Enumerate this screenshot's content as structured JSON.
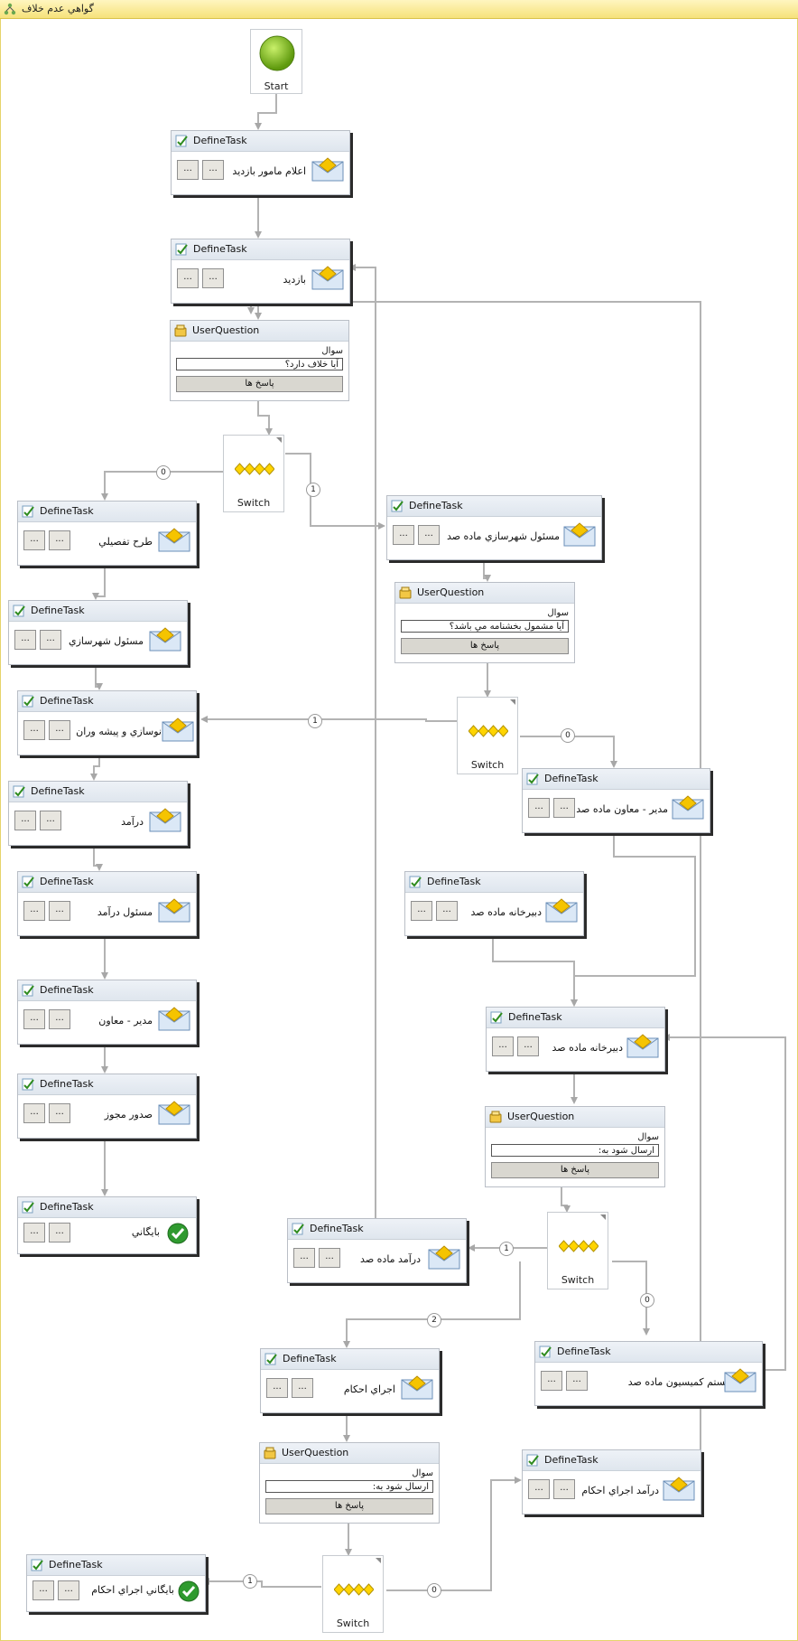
{
  "window": {
    "title": "گواهي عدم خلاف"
  },
  "start": {
    "label": "Start"
  },
  "button_ellipsis": "...",
  "tasks": [
    {
      "id": "t1",
      "header": "DefineTask",
      "label": "اعلام مامور بازديد",
      "icon": "envelope-icon"
    },
    {
      "id": "t2",
      "header": "DefineTask",
      "label": "بازديد",
      "icon": "envelope-icon"
    },
    {
      "id": "t3",
      "header": "DefineTask",
      "label": "طرح تفصيلي",
      "icon": "envelope-icon"
    },
    {
      "id": "t4",
      "header": "DefineTask",
      "label": "مسئول شهرسازي",
      "icon": "envelope-icon"
    },
    {
      "id": "t5",
      "header": "DefineTask",
      "label": "نوسازي و پيشه وران",
      "icon": "envelope-icon"
    },
    {
      "id": "t6",
      "header": "DefineTask",
      "label": "درآمد",
      "icon": "envelope-icon"
    },
    {
      "id": "t7",
      "header": "DefineTask",
      "label": "مسئول درآمد",
      "icon": "envelope-icon"
    },
    {
      "id": "t8",
      "header": "DefineTask",
      "label": "مدير - معاون",
      "icon": "envelope-icon"
    },
    {
      "id": "t9",
      "header": "DefineTask",
      "label": "صدور مجوز",
      "icon": "envelope-icon"
    },
    {
      "id": "t10",
      "header": "DefineTask",
      "label": "بايگاني",
      "icon": "check-icon"
    },
    {
      "id": "t11",
      "header": "DefineTask",
      "label": "مسئول شهرسازي ماده صد",
      "icon": "envelope-icon"
    },
    {
      "id": "t12",
      "header": "DefineTask",
      "label": "مدير - معاون ماده صد",
      "icon": "envelope-icon"
    },
    {
      "id": "t13",
      "header": "DefineTask",
      "label": "دبيرخانه ماده صد",
      "icon": "envelope-icon"
    },
    {
      "id": "t14",
      "header": "DefineTask",
      "label": "دبيرخانه ماده صد",
      "icon": "envelope-icon"
    },
    {
      "id": "t15",
      "header": "DefineTask",
      "label": "درآمد ماده صد",
      "icon": "envelope-icon"
    },
    {
      "id": "t16",
      "header": "DefineTask",
      "label": "زير سيستم كميسيون ماده صد",
      "icon": "envelope-icon"
    },
    {
      "id": "t17",
      "header": "DefineTask",
      "label": "اجراي احكام",
      "icon": "envelope-icon"
    },
    {
      "id": "t18",
      "header": "DefineTask",
      "label": "درآمد اجراي احكام",
      "icon": "envelope-icon"
    },
    {
      "id": "t19",
      "header": "DefineTask",
      "label": "بايگاني اجراي احكام",
      "icon": "check-icon"
    }
  ],
  "questions": [
    {
      "id": "q1",
      "header": "UserQuestion",
      "question_label": "سوال",
      "question_value": "آيا خلاف دارد؟",
      "answers_label": "پاسخ ها"
    },
    {
      "id": "q2",
      "header": "UserQuestion",
      "question_label": "سوال",
      "question_value": "آيا مشمول بخشنامه مي باشد؟",
      "answers_label": "پاسخ ها"
    },
    {
      "id": "q3",
      "header": "UserQuestion",
      "question_label": "سوال",
      "question_value": "ارسال شود به:",
      "answers_label": "پاسخ ها"
    },
    {
      "id": "q4",
      "header": "UserQuestion",
      "question_label": "سوال",
      "question_value": "ارسال شود به:",
      "answers_label": "پاسخ ها"
    }
  ],
  "switches": [
    {
      "id": "s1",
      "label": "Switch"
    },
    {
      "id": "s2",
      "label": "Switch"
    },
    {
      "id": "s3",
      "label": "Switch"
    },
    {
      "id": "s4",
      "label": "Switch"
    }
  ],
  "branch_labels": [
    "0",
    "1",
    "1",
    "0",
    "1",
    "0",
    "2",
    "1",
    "0"
  ]
}
